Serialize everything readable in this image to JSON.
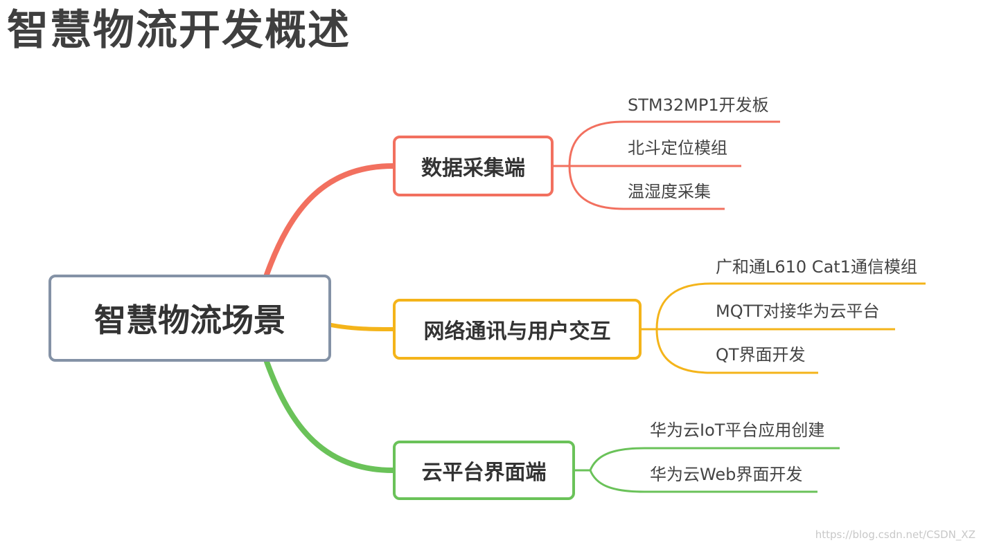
{
  "title": "智慧物流开发概述",
  "colors": {
    "root_border": "#8492a6",
    "branch1": "#f2705f",
    "branch2": "#f4b41a",
    "branch3": "#6ac259",
    "text": "#333333"
  },
  "root": {
    "label": "智慧物流场景"
  },
  "branches": [
    {
      "label": "数据采集端",
      "children": [
        "STM32MP1开发板",
        "北斗定位模组",
        "温湿度采集"
      ]
    },
    {
      "label": "网络通讯与用户交互",
      "children": [
        "广和通L610 Cat1通信模组",
        "MQTT对接华为云平台",
        "QT界面开发"
      ]
    },
    {
      "label": "云平台界面端",
      "children": [
        "华为云IoT平台应用创建",
        "华为云Web界面开发"
      ]
    }
  ],
  "watermark": "https://blog.csdn.net/CSDN_XZ"
}
